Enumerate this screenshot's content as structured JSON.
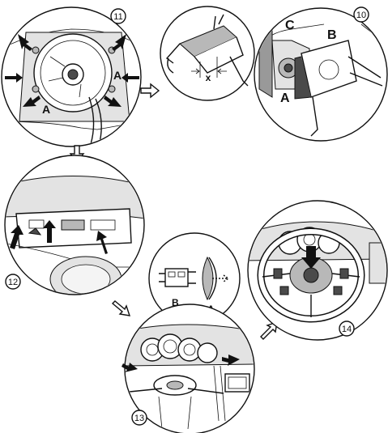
{
  "steps": [
    {
      "number": "10",
      "labels": [
        "C",
        "B",
        "A"
      ]
    },
    {
      "number": "11",
      "labels": [
        "A",
        "A"
      ]
    },
    {
      "number": "12",
      "labels": []
    },
    {
      "number": "13",
      "labels": []
    },
    {
      "number": "14",
      "labels": []
    }
  ],
  "detail_switch": {
    "dimension_label": "x"
  },
  "detail_connector": {
    "labels": [
      "B",
      "A"
    ]
  }
}
